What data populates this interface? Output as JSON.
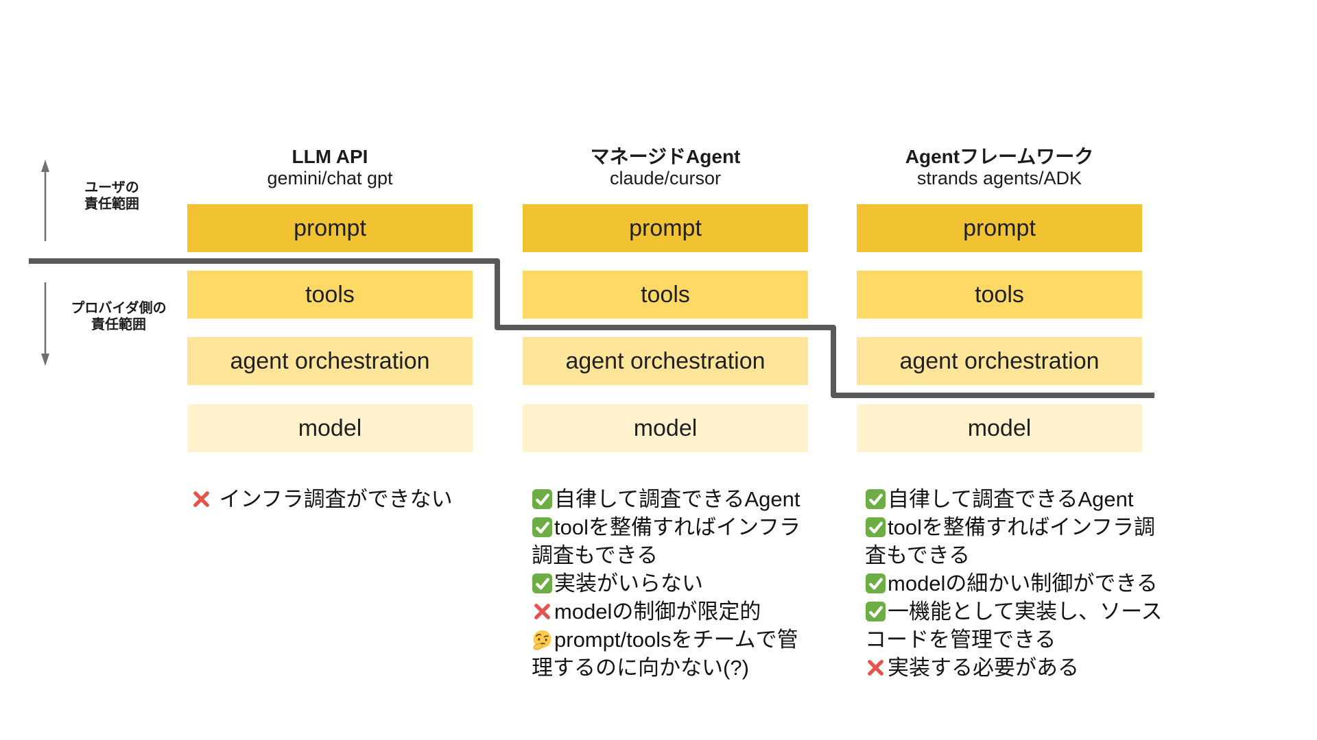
{
  "page": {
    "background": "#ffffff"
  },
  "axis": {
    "user_label": {
      "line1": "ユーザの",
      "line2": "責任範囲"
    },
    "provider_label": {
      "line1": "プロバイダ側の",
      "line2": "責任範囲"
    },
    "arrow_color": "#707070",
    "divider_color": "#595959"
  },
  "layer_colors": {
    "prompt": "#F1C232",
    "tools": "#FFD966",
    "agent_orchestration": "#FFE599",
    "model": "#FFF2CC"
  },
  "icon_colors": {
    "check_green": "#6CAE45",
    "check_mark": "#ffffff",
    "cross_red": "#E5534B",
    "thinking_yellow": "#FFCB4C",
    "thinking_brown": "#65471B",
    "thinking_hand_outline": "#E1A33B"
  },
  "columns": [
    {
      "title": "LLM API",
      "subtitle": "gemini/chat gpt",
      "layers": [
        "prompt",
        "tools",
        "agent orchestration",
        "model"
      ],
      "notes": [
        {
          "icon": "cross-icon",
          "text": " インフラ調査ができない"
        }
      ]
    },
    {
      "title": "マネージドAgent",
      "subtitle": "claude/cursor",
      "layers": [
        "prompt",
        "tools",
        "agent orchestration",
        "model"
      ],
      "notes": [
        {
          "icon": "check-icon",
          "text": "自律して調査できるAgent"
        },
        {
          "icon": "check-icon",
          "text": "toolを整備すればインフラ調査もできる"
        },
        {
          "icon": "check-icon",
          "text": "実装がいらない"
        },
        {
          "icon": "cross-icon",
          "text": "modelの制御が限定的"
        },
        {
          "icon": "thinking-icon",
          "text": "prompt/toolsをチームで管理するのに向かない(?)"
        }
      ]
    },
    {
      "title": "Agentフレームワーク",
      "subtitle": "strands agents/ADK",
      "layers": [
        "prompt",
        "tools",
        "agent orchestration",
        "model"
      ],
      "notes": [
        {
          "icon": "check-icon",
          "text": "自律して調査できるAgent"
        },
        {
          "icon": "check-icon",
          "text": "toolを整備すればインフラ調査もできる"
        },
        {
          "icon": "check-icon",
          "text": "modelの細かい制御ができる"
        },
        {
          "icon": "check-icon",
          "text": "一機能として実装し、ソースコードを管理できる"
        },
        {
          "icon": "cross-icon",
          "text": "実装する必要がある"
        }
      ]
    }
  ]
}
